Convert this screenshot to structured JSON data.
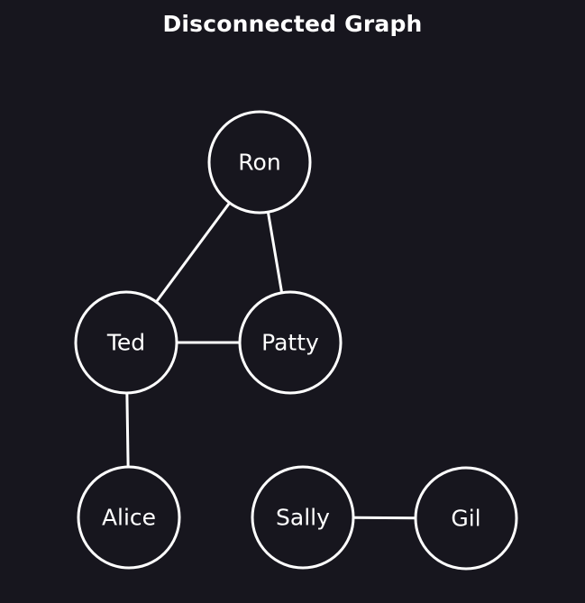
{
  "title": "Disconnected Graph",
  "colors": {
    "background": "#17161e",
    "stroke": "#ffffff",
    "text": "#ffffff"
  },
  "nodes": [
    {
      "id": "ron",
      "label": "Ron"
    },
    {
      "id": "ted",
      "label": "Ted"
    },
    {
      "id": "patty",
      "label": "Patty"
    },
    {
      "id": "alice",
      "label": "Alice"
    },
    {
      "id": "sally",
      "label": "Sally"
    },
    {
      "id": "gil",
      "label": "Gil"
    }
  ],
  "edges": [
    {
      "from": "ron",
      "to": "ted"
    },
    {
      "from": "ron",
      "to": "patty"
    },
    {
      "from": "ted",
      "to": "patty"
    },
    {
      "from": "ted",
      "to": "alice"
    },
    {
      "from": "sally",
      "to": "gil"
    }
  ]
}
